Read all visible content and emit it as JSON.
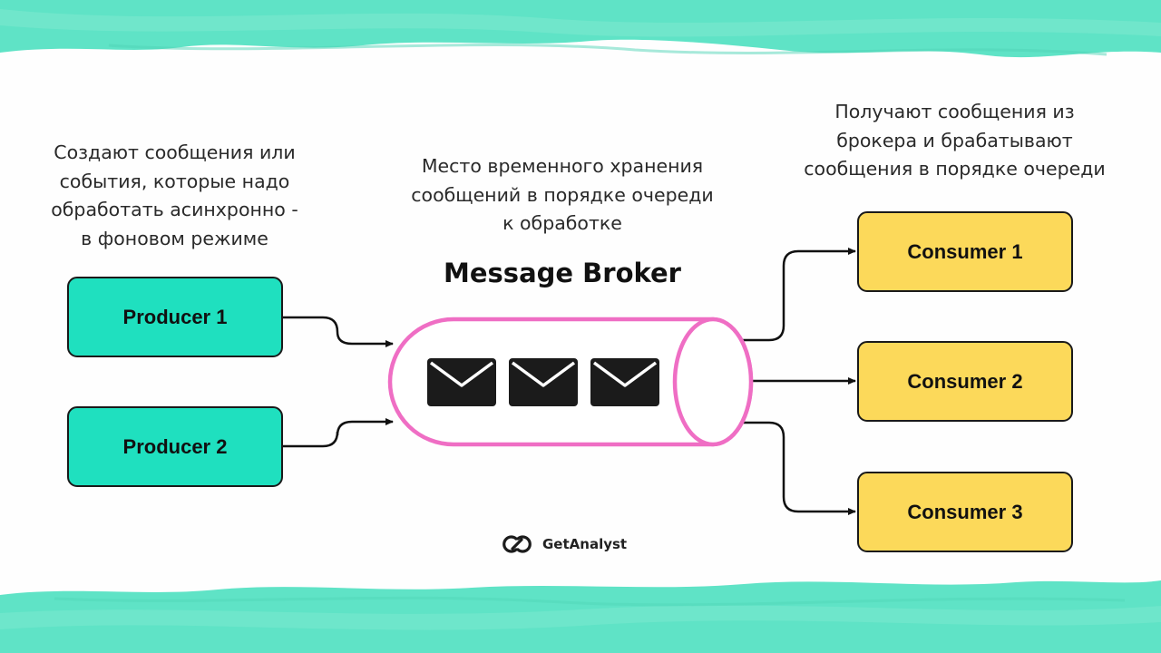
{
  "captions": {
    "producers": [
      "Создают сообщения или",
      "события, которые надо",
      "обработать асинхронно -",
      "в фоновом режиме"
    ],
    "broker": [
      "Место временного хранения",
      "сообщений в порядке очереди",
      "к обработке"
    ],
    "consumers": [
      "Получают сообщения из",
      "брокера и брабатывают",
      "сообщения в порядке очереди"
    ]
  },
  "broker": {
    "title": "Message Broker",
    "message_icon": "envelope-icon",
    "message_count": 3
  },
  "producers": [
    {
      "label": "Producer 1"
    },
    {
      "label": "Producer 2"
    }
  ],
  "consumers": [
    {
      "label": "Consumer 1"
    },
    {
      "label": "Consumer 2"
    },
    {
      "label": "Consumer 3"
    }
  ],
  "logo": {
    "text": "GetAnalyst",
    "icon": "link-chain-icon"
  },
  "colors": {
    "producer": "#1fe0bf",
    "consumer": "#fcd95a",
    "broker_outline": "#ef6ec4",
    "brush": "#5fe3c6",
    "arrow": "#111111"
  }
}
